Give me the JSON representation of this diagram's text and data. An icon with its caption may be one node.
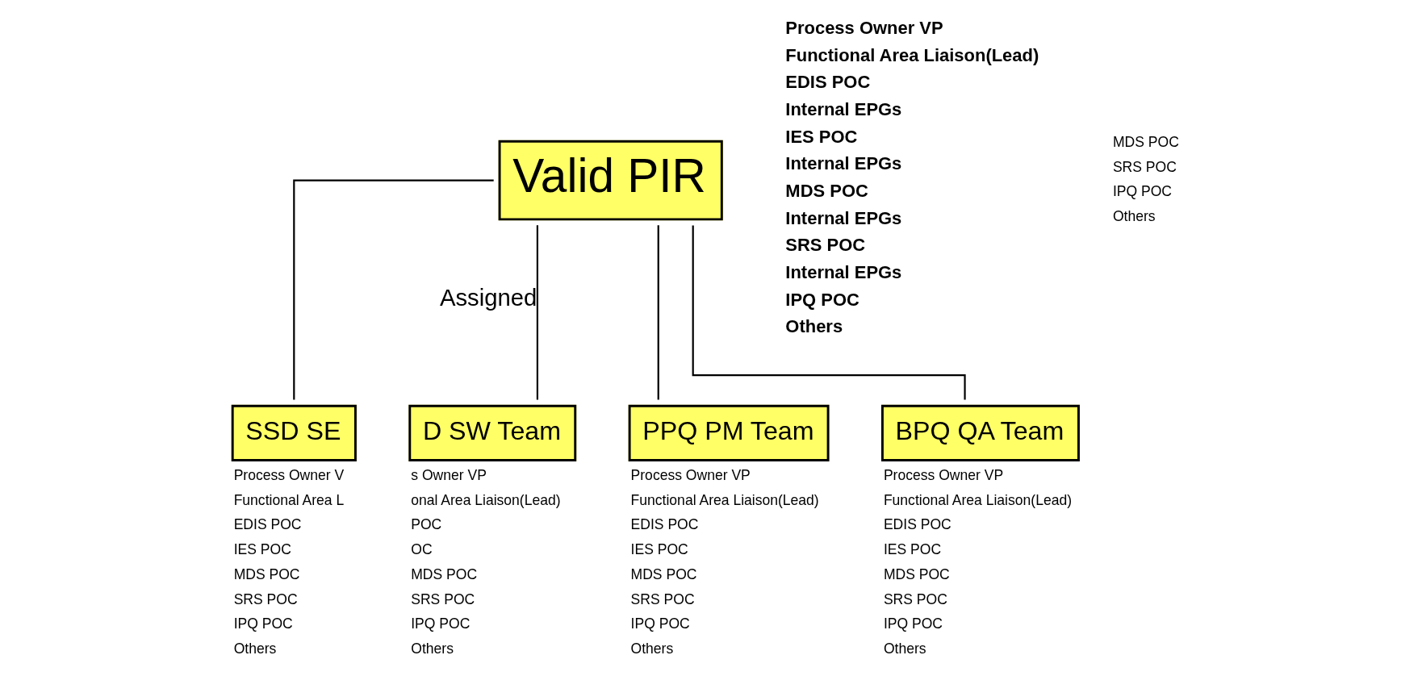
{
  "diagram": {
    "nodes": [
      {
        "text": [
          "Valid PIR"
        ]
      },
      {
        "text": [
          "SSD SE"
        ],
        "beside": [
          "Process Owner V",
          "Functional Area L",
          "EDIS POC",
          "IES POC",
          "MDS POC",
          "SRS POC",
          "IPQ POC",
          "Others"
        ]
      },
      {
        "text": [
          "D SW Team"
        ],
        "beside": [
          "s Owner VP",
          "onal Area Liaison(Lead)",
          "POC",
          "OC",
          "MDS POC",
          "SRS POC",
          "IPQ POC",
          "Others"
        ]
      },
      {
        "text": [
          "PPQ PM Team"
        ],
        "beside": [
          "Process Owner VP",
          "Functional Area Liaison(Lead)",
          "EDIS POC",
          "IES POC",
          "MDS POC",
          "SRS POC",
          "IPQ POC",
          "Others"
        ]
      },
      {
        "text": [
          "BPQ QA Team"
        ],
        "beside": [
          "Process Owner VP",
          "Functional Area Liaison(Lead)",
          "EDIS POC",
          "IES POC",
          "MDS POC",
          "SRS POC",
          "IPQ POC",
          "Others"
        ]
      },
      {
        "text": [
          "Process Owner VP",
          "Functional Area Liaison(Lead)",
          "EDIS POC",
          "Internal EPGs",
          "IES POC",
          "Internal EPGs",
          "MDS POC",
          "Internal EPGs",
          "SRS POC",
          "Internal EPGs",
          "IPQ POC",
          "Others"
        ]
      }
    ],
    "edges": [
      {
        "from": 0,
        "to": 1,
        "arrow": "none"
      },
      {
        "from": 0,
        "to": 2,
        "arrow": "none",
        "label": "Assigned"
      },
      {
        "from": 0,
        "to": 3,
        "arrow": "none"
      },
      {
        "from": 0,
        "to": 4,
        "arrow": "none"
      }
    ],
    "labels": [
      "MDS POC",
      "SRS POC",
      "IPQ POC",
      "Others"
    ]
  }
}
